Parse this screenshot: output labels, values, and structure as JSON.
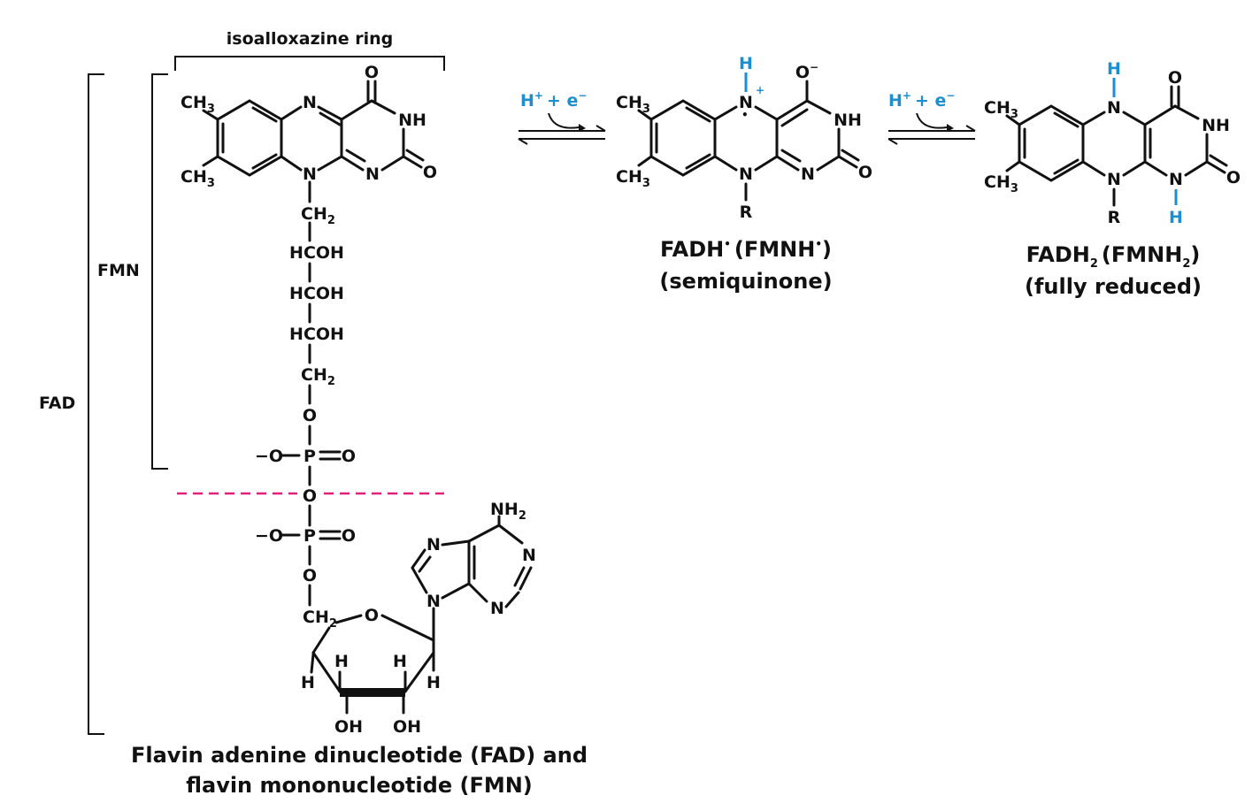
{
  "labels": {
    "ring": "isoalloxazine ring",
    "fmn": "FMN",
    "fad": "FAD",
    "semi_name_a": "FADH",
    "semi_name_b": "(FMNH",
    "semi_name_c": ")",
    "semi_desc": "(semiquinone)",
    "red_name_a": "FADH",
    "red_name_sub": "2",
    "red_name_b": "(FMNH",
    "red_name_sub2": "2",
    "red_name_c": ")",
    "red_desc": "(fully reduced)",
    "caption_1": "Flavin adenine dinucleotide (FAD) and",
    "caption_2": "flavin mononucleotide (FMN)"
  },
  "reaction": {
    "reagent_h": "H",
    "reagent_plus": "+",
    "reagent_e": "+ e",
    "minus": "−",
    "plus_sup": "+"
  },
  "atoms": {
    "ch3": "CH",
    "three": "3",
    "two": "2",
    "n": "N",
    "nh": "NH",
    "o": "O",
    "h": "H",
    "r": "R",
    "ch2": "CH",
    "hcoh": "HCOH",
    "p": "P",
    "oh": "OH",
    "nh2": "NH",
    "o_minus_prefix": "−O",
    "dot": "•"
  },
  "colors": {
    "accent_blue": "#1b8fd0",
    "divider_magenta": "#e0207a",
    "ink": "#111111"
  }
}
